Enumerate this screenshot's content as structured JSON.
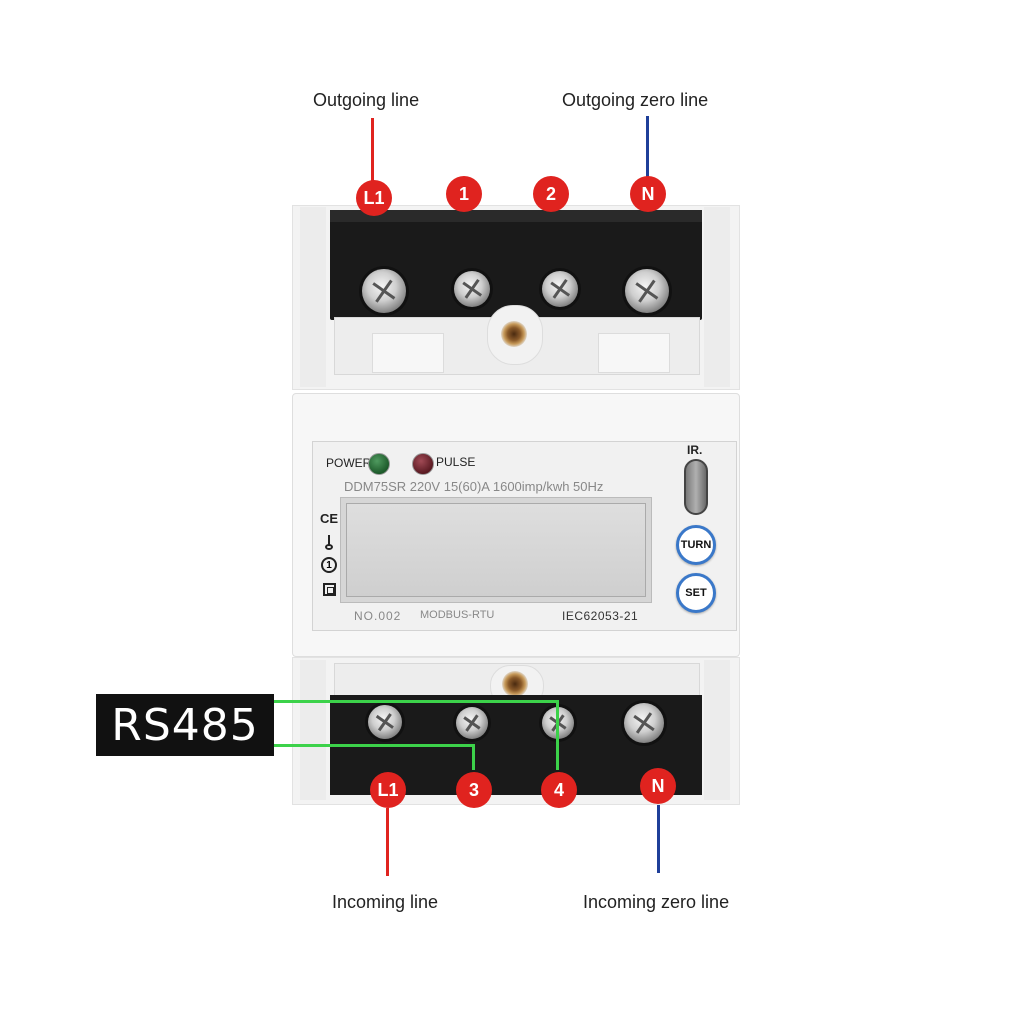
{
  "labels": {
    "outgoing_line": "Outgoing line",
    "outgoing_zero_line": "Outgoing zero line",
    "incoming_line": "Incoming line",
    "incoming_zero_line": "Incoming zero line",
    "rs485": "RS485"
  },
  "top_terminals": [
    "L1",
    "1",
    "2",
    "N"
  ],
  "bottom_terminals": [
    "L1",
    "3",
    "4",
    "N"
  ],
  "panel": {
    "power_label": "POWER",
    "pulse_label": "PULSE",
    "spec_line": "DDM75SR  220V  15(60)A  1600imp/kwh  50Hz",
    "serial": "NO.002",
    "protocol": "MODBUS-RTU",
    "standard": "IEC62053-21",
    "ir_label": "IR.",
    "turn_button": "TURN",
    "set_button": "SET",
    "ce_mark": "CE",
    "class_mark": "1"
  },
  "colors": {
    "badge_red": "#e0231f",
    "line_red": "#e0231f",
    "line_blue": "#1f3f99",
    "rs485_green": "#3cd24a",
    "button_blue": "#3a78c9",
    "power_led": "#1d5a2a",
    "pulse_led": "#5a1a22"
  }
}
